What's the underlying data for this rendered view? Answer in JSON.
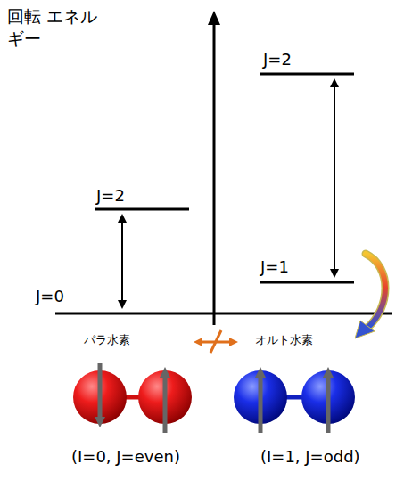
{
  "diagram": {
    "labels": [
      "回転 エネルギー",
      "J=2",
      "J=2",
      "J=1",
      "J=0",
      "パラ水素",
      "オルト水素",
      "(I=0, J=even)",
      "(I=1, J=odd)"
    ]
  }
}
